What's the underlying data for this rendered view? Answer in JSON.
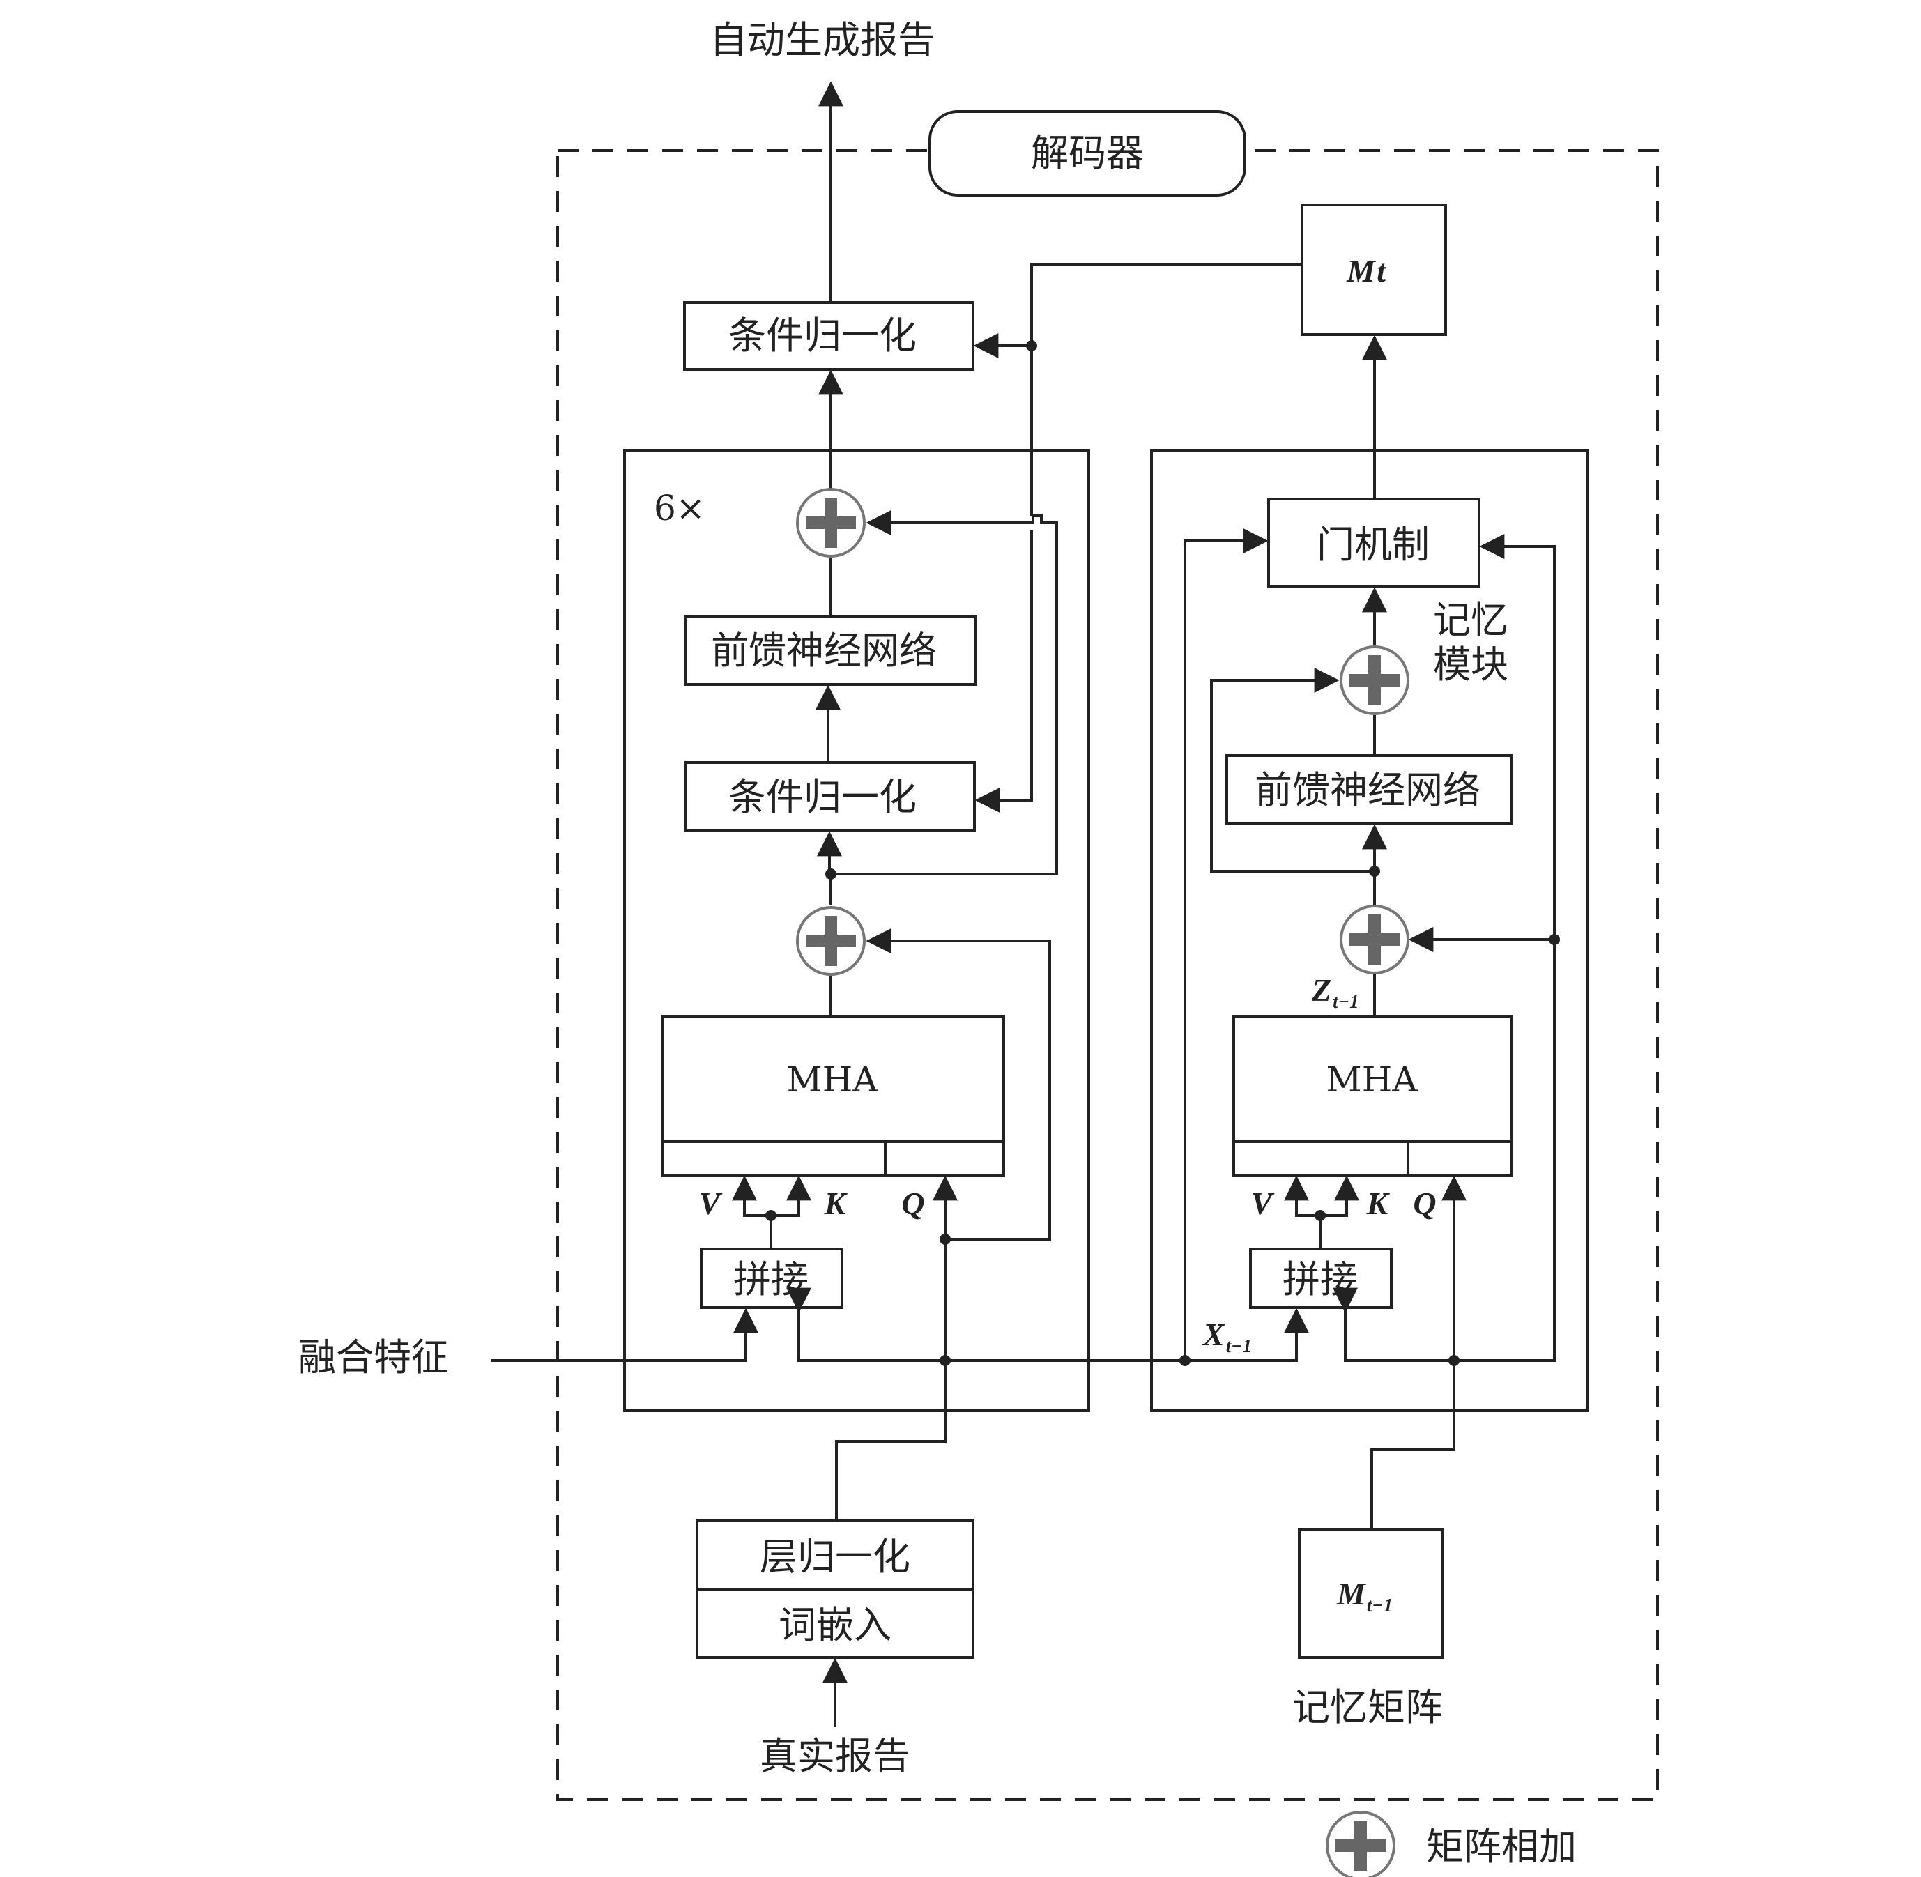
{
  "title": "",
  "labels": {
    "output": "自动生成报告",
    "decoder": "解码器",
    "mt_main": "M",
    "mt_sub": "t",
    "cond_norm_top": "条件归一化",
    "repeat": "6×",
    "ffn_left": "前馈神经网络",
    "cond_norm_mid": "条件归一化",
    "mha_left": "MHA",
    "v_left": "V",
    "k_left": "K",
    "q_left": "Q",
    "concat_left": "拼接",
    "fused_features": "融合特征",
    "layer_norm": "层归一化",
    "word_embed": "词嵌入",
    "real_report": "真实报告",
    "gate": "门机制",
    "memory_module_1": "记忆",
    "memory_module_2": "模块",
    "ffn_right": "前馈神经网络",
    "z_main": "Z",
    "z_sub": "t−1",
    "mha_right": "MHA",
    "v_right": "V",
    "k_right": "K",
    "q_right": "Q",
    "concat_right": "拼接",
    "x_main": "X",
    "x_sub": "t−1",
    "mprev_main": "M",
    "mprev_sub": "t−1",
    "memory_matrix": "记忆矩阵",
    "legend_label": "矩阵相加"
  },
  "icons": {
    "add": "circle-plus-icon"
  },
  "colors": {
    "line": "#222222",
    "plus": "#666666",
    "plus_ring": "#777777"
  }
}
